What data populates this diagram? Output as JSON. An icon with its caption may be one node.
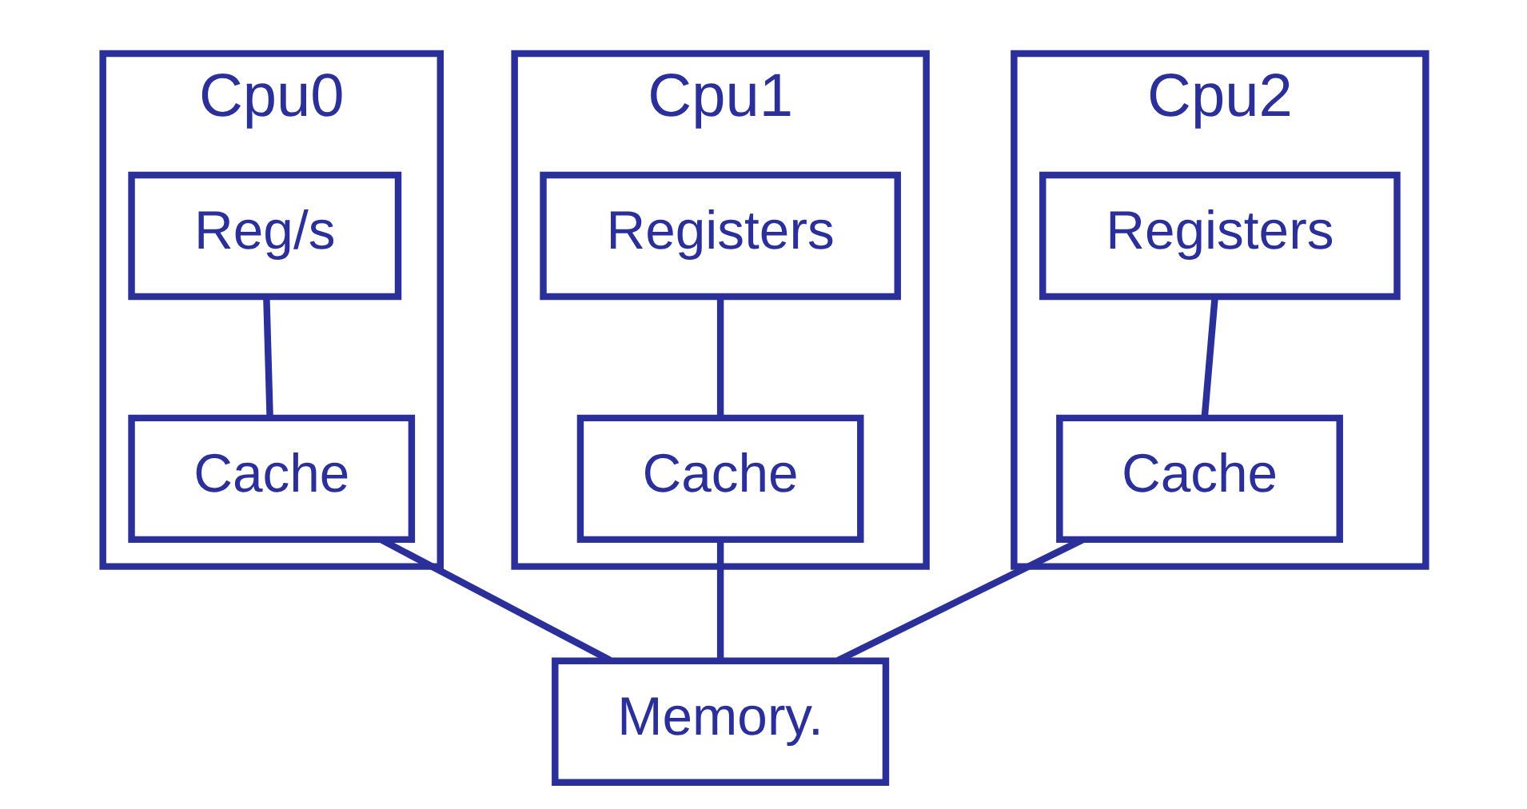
{
  "diagram": {
    "nodes": [
      {
        "text": [
          "Cpu0"
        ]
      },
      {
        "text": [
          "Reg/s"
        ],
        "in": 0
      },
      {
        "text": [
          "Cache"
        ],
        "in": 0
      },
      {
        "text": [
          "Cpu1"
        ]
      },
      {
        "text": [
          "Registers"
        ],
        "in": 3
      },
      {
        "text": [
          "Cache"
        ],
        "in": 3
      },
      {
        "text": [
          "Cpu2"
        ]
      },
      {
        "text": [
          "Registers"
        ],
        "in": 6
      },
      {
        "text": [
          "Cache"
        ],
        "in": 6
      },
      {
        "text": [
          "Memory."
        ]
      }
    ],
    "edges": [
      {
        "from": 1,
        "to": 2,
        "arrow": "none"
      },
      {
        "from": 4,
        "to": 5,
        "arrow": "none"
      },
      {
        "from": 7,
        "to": 8,
        "arrow": "none"
      },
      {
        "from": 2,
        "to": 9,
        "arrow": "none"
      },
      {
        "from": 5,
        "to": 9,
        "arrow": "none"
      },
      {
        "from": 8,
        "to": 9,
        "arrow": "none"
      }
    ]
  }
}
